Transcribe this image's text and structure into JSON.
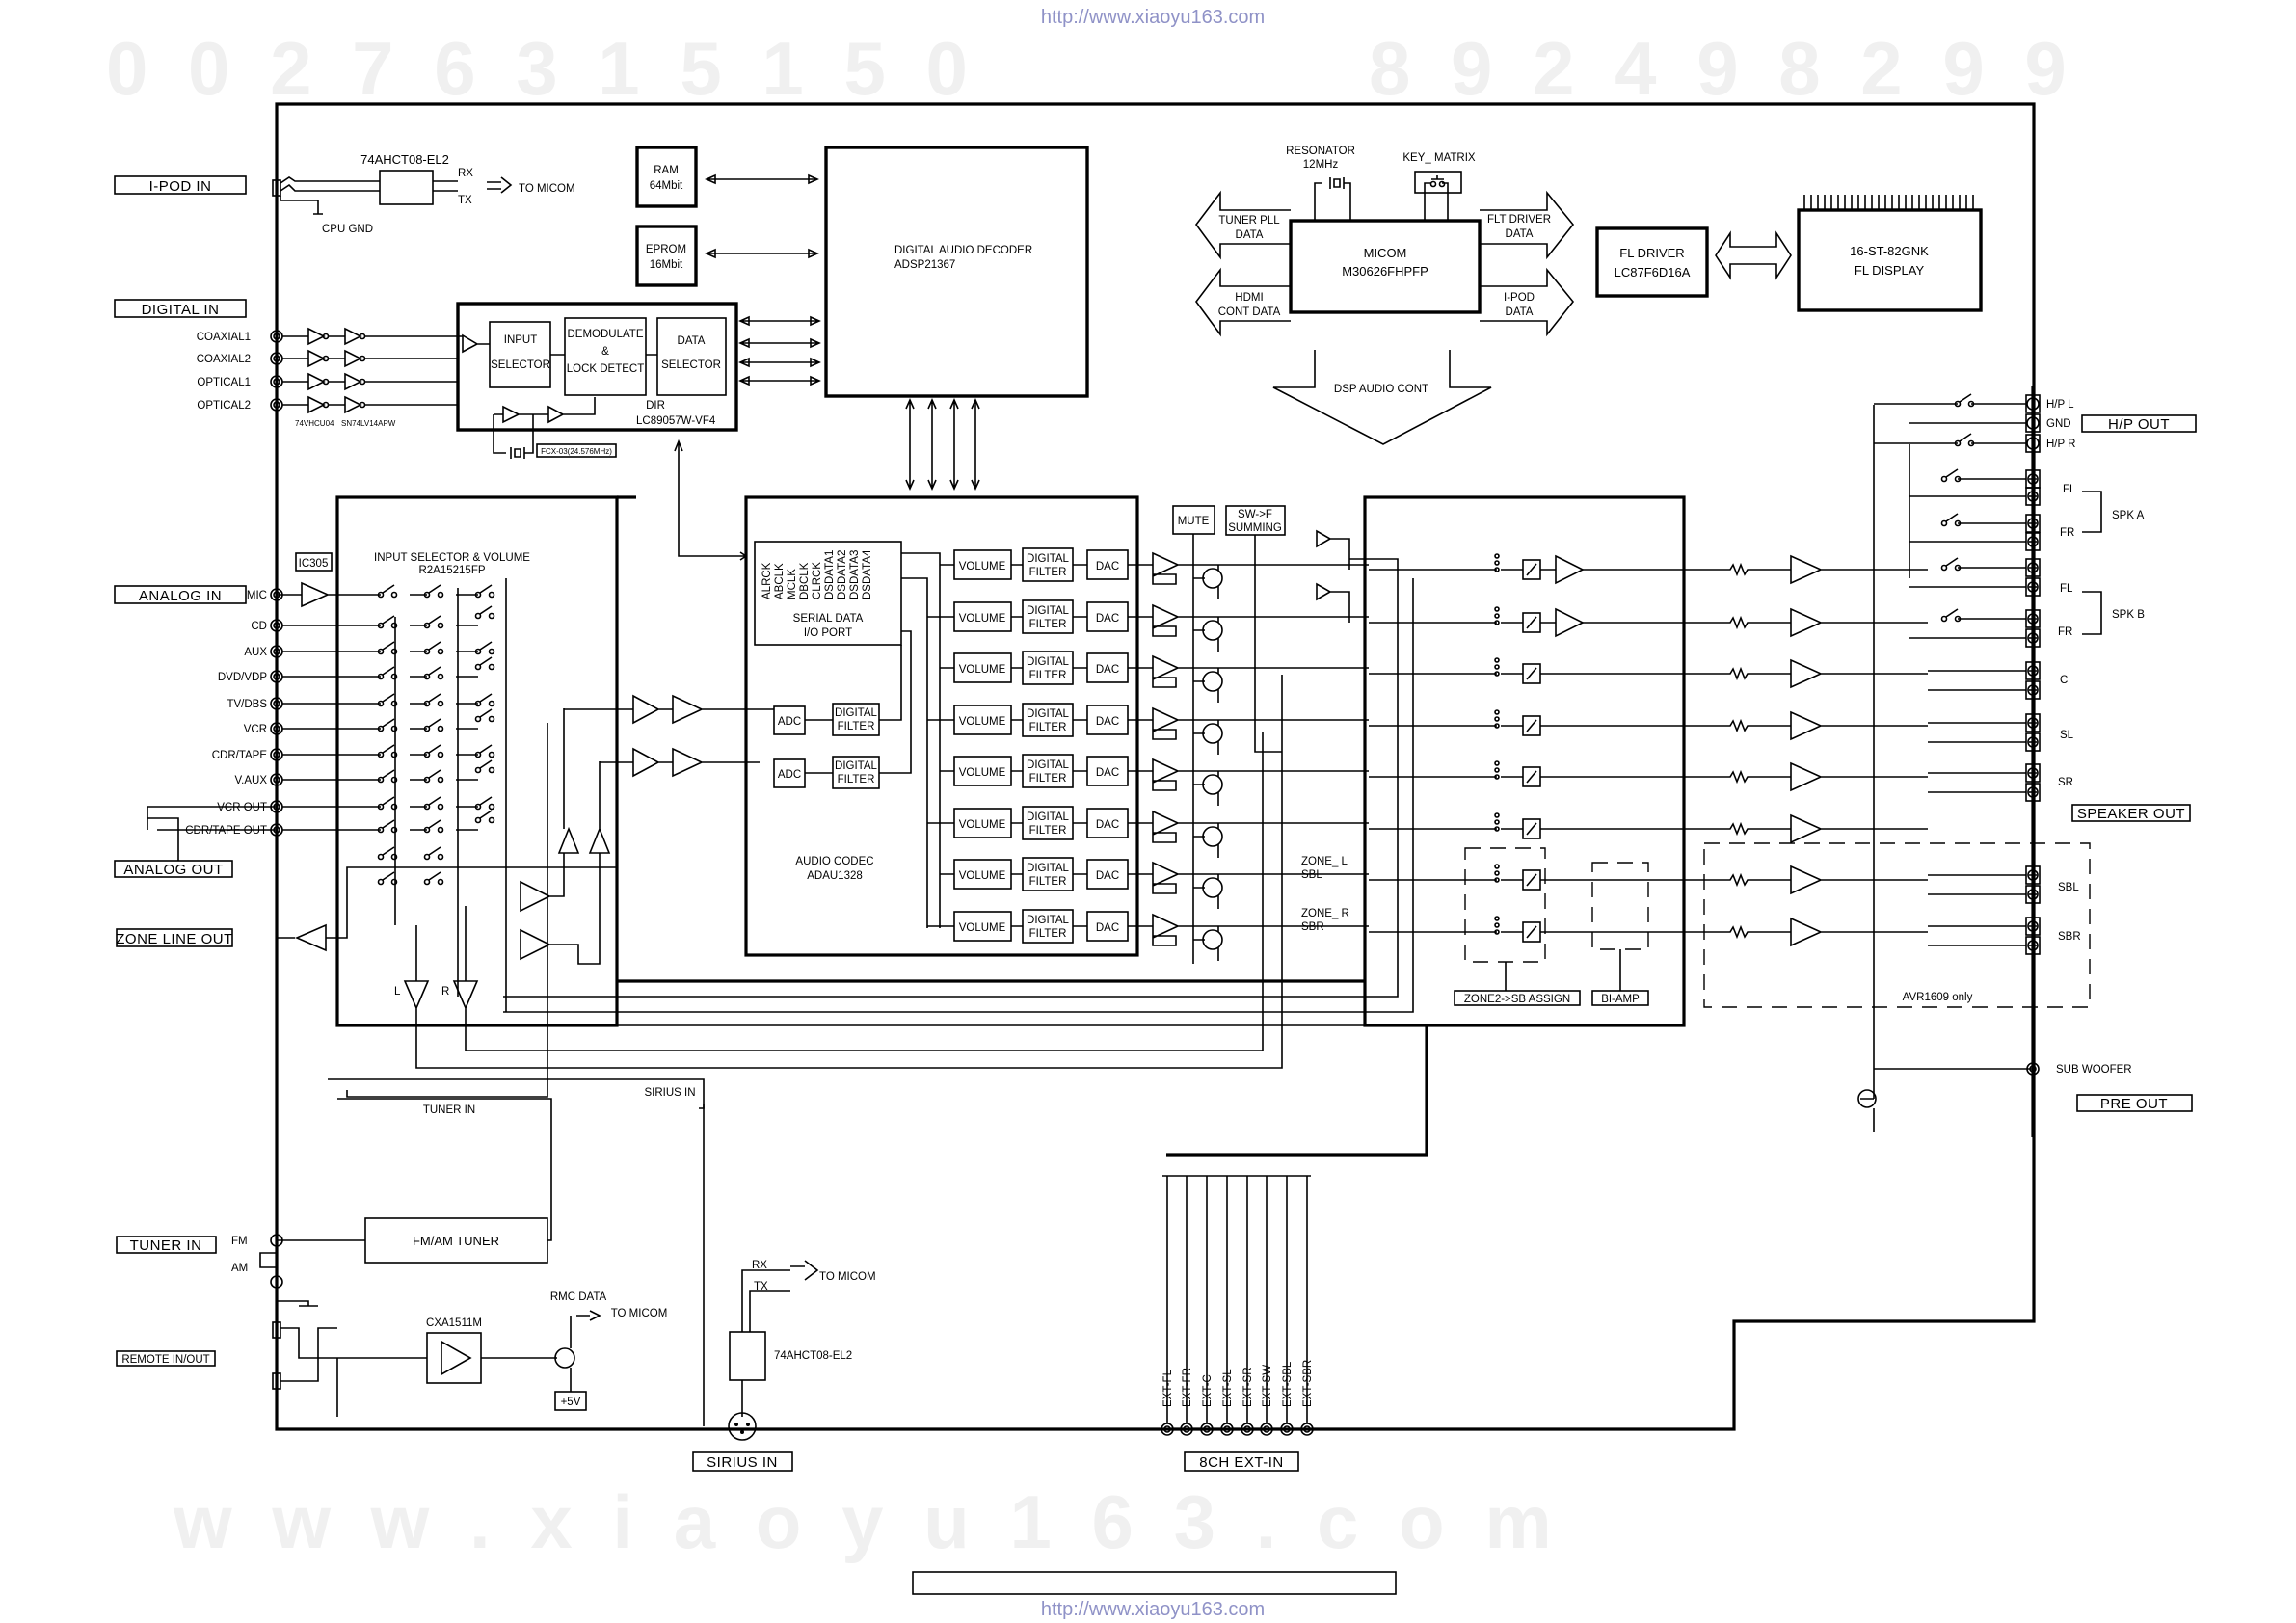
{
  "header_url": "http://www.xiaoyu163.com",
  "footer_url": "http://www.xiaoyu163.com",
  "watermark": {
    "digits_left": "0 0 2 7 6 3 1 5 1 5 0",
    "digits_right": "8 9 2 4 9 8 2 9 9",
    "site": "w w w . x i a o y u 1 6 3 . c o m"
  },
  "connectors": {
    "ipod_in": "I-POD IN",
    "digital_in": "DIGITAL IN",
    "analog_in": "ANALOG IN",
    "analog_out": "ANALOG OUT",
    "zone_line_out": "ZONE LINE OUT",
    "tuner_in": "TUNER IN",
    "remote_in_out": "REMOTE IN/OUT",
    "sirius_in": "SIRIUS IN",
    "ext_in": "8CH EXT-IN",
    "hp_out": "H/P OUT",
    "speaker_out": "SPEAKER OUT",
    "pre_out": "PRE OUT"
  },
  "ipod": {
    "chip": "74AHCT08-EL2",
    "rx": "RX",
    "tx": "TX",
    "to_micom": "TO MICOM",
    "gnd": "CPU GND"
  },
  "memory": {
    "ram": [
      "RAM",
      "64Mbit"
    ],
    "eprom": [
      "EPROM",
      "16Mbit"
    ]
  },
  "decoder": [
    "DIGITAL AUDIO DECODER",
    "ADSP21367"
  ],
  "digital_inputs": [
    "COAXIAL1",
    "COAXIAL2",
    "OPTICAL1",
    "OPTICAL2"
  ],
  "buffers": [
    "74VHCU04",
    "SN74LV14APW"
  ],
  "dir": {
    "input_selector": [
      "INPUT",
      "SELECTOR"
    ],
    "demod": [
      "DEMODULATE",
      "&",
      "LOCK DETECT"
    ],
    "data_selector": [
      "DATA",
      "SELECTOR"
    ],
    "name": [
      "DIR",
      "LC89057W-VF4"
    ],
    "crystal": "FCX-03(24.576MHz)"
  },
  "micom": {
    "name": [
      "MICOM",
      "M30626FHPFP"
    ],
    "resonator": [
      "RESONATOR",
      "12MHz"
    ],
    "key_matrix": "KEY_ MATRIX",
    "tuner_pll": [
      "TUNER PLL",
      "DATA"
    ],
    "hdmi": [
      "HDMI",
      "CONT DATA"
    ],
    "flt_driver": [
      "FLT DRIVER",
      "DATA"
    ],
    "ipod_data": [
      "I-POD",
      "DATA"
    ],
    "dsp_cont": "DSP AUDIO CONT"
  },
  "fl_driver": [
    "FL DRIVER",
    "LC87F6D16A"
  ],
  "fl_display": [
    "16-ST-82GNK",
    "FL DISPLAY"
  ],
  "input_selector": {
    "title": [
      "INPUT SELECTOR & VOLUME",
      "R2A15215FP"
    ],
    "ic": "IC305",
    "inputs": [
      "MIC",
      "CD",
      "AUX",
      "DVD/VDP",
      "TV/DBS",
      "VCR",
      "CDR/TAPE",
      "V.AUX",
      "VCR OUT",
      "CDR/TAPE OUT"
    ],
    "l": "L",
    "r": "R"
  },
  "codec": {
    "name": [
      "AUDIO CODEC",
      "ADAU1328"
    ],
    "port_pins": [
      "ALRCK",
      "ABCLK",
      "MCLK",
      "DBCLK",
      "CLRCK",
      "DSDATA1",
      "DSDATA2",
      "DSDATA3",
      "DSDATA4"
    ],
    "port": [
      "SERIAL DATA",
      "I/O PORT"
    ],
    "adc": "ADC",
    "digital_filter": [
      "DIGITAL",
      "FILTER"
    ],
    "volume": "VOLUME",
    "dac": "DAC",
    "channels": 8
  },
  "mute": "MUTE",
  "summing": [
    "SW->F",
    "SUMMING"
  ],
  "zone_l": [
    "ZONE_ L",
    "SBL"
  ],
  "zone_r": [
    "ZONE_ R",
    "SBR"
  ],
  "zone2_sb": "ZONE2->SB ASSIGN",
  "bi_amp": "BI-AMP",
  "avr_only": "AVR1609 only",
  "tuner": {
    "name": "FM/AM TUNER",
    "fm": "FM",
    "am": "AM",
    "tuner_in": "TUNER IN",
    "sirius_in": "SIRIUS IN"
  },
  "remote": {
    "chip": "CXA1511M",
    "rmc": "RMC DATA",
    "to_micom": "TO MICOM",
    "vcc": "+5V"
  },
  "sirius": {
    "chip": "74AHCT08-EL2",
    "rx": "RX",
    "tx": "TX",
    "to_micom": "TO MICOM"
  },
  "ext_inputs": [
    "EXT-FL",
    "EXT-FR",
    "EXT-C",
    "EXT-SL",
    "EXT-SR",
    "EXT-SW",
    "EXT-SBL",
    "EXT-SBR"
  ],
  "outputs": {
    "hp": [
      "H/P L",
      "GND",
      "H/P R"
    ],
    "spk_a": "SPK A",
    "spk_b": "SPK B",
    "speakers": [
      "FL",
      "FR",
      "FL",
      "FR",
      "C",
      "SL",
      "SR",
      "SBL",
      "SBR"
    ],
    "sub": "SUB WOOFER"
  }
}
